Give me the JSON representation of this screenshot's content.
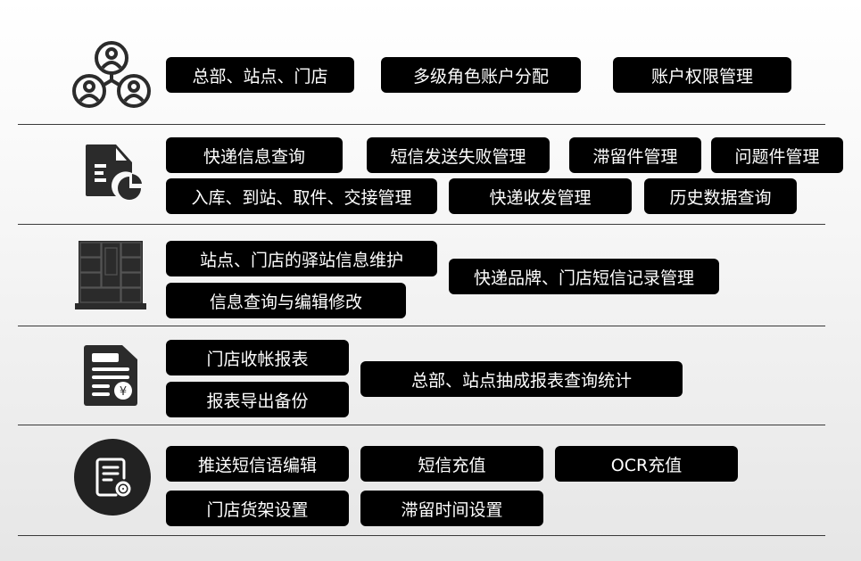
{
  "rows": [
    {
      "icon": "multi-user-network-icon",
      "items": [
        "总部、站点、门店",
        "多级角色账户分配",
        "账户权限管理"
      ]
    },
    {
      "icon": "document-chart-icon",
      "items": [
        "快递信息查询",
        "短信发送失败管理",
        "滞留件管理",
        "问题件管理",
        "入库、到站、取件、交接管理",
        "快递收发管理",
        "历史数据查询"
      ]
    },
    {
      "icon": "parcel-locker-icon",
      "items": [
        "站点、门店的驿站信息维护",
        "信息查询与编辑修改",
        "快递品牌、门店短信记录管理"
      ]
    },
    {
      "icon": "invoice-yuan-icon",
      "items": [
        "门店收帐报表",
        "报表导出备份",
        "总部、站点抽成报表查询统计"
      ]
    },
    {
      "icon": "document-settings-icon",
      "items": [
        "推送短信语编辑",
        "短信充值",
        "OCR充值",
        "门店货架设置",
        "滞留时间设置"
      ]
    }
  ],
  "colors": {
    "pill": "#000000",
    "pill_text": "#ffffff",
    "icon": "#2b2b2b"
  }
}
